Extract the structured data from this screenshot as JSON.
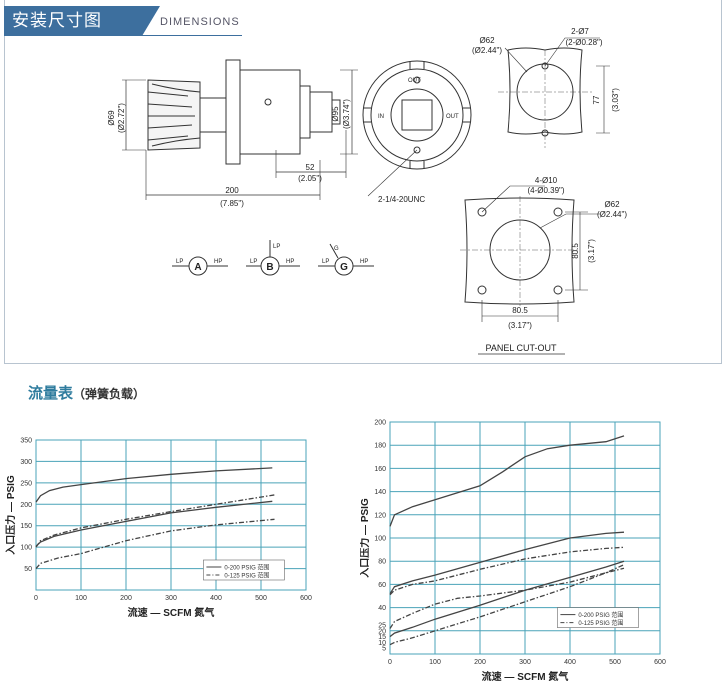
{
  "header": {
    "title": "安装尺寸图",
    "subtitle": "DIMENSIONS"
  },
  "drawing": {
    "side_view": {
      "dia_left_mm": "Ø69",
      "dia_left_in": "(Ø2.72\")",
      "dia_right_mm": "Ø95",
      "dia_right_in": "(Ø3.74\")",
      "len_short_mm": "52",
      "len_short_in": "(2.05\")",
      "len_total_mm": "200",
      "len_total_in": "(7.85\")"
    },
    "front_view": {
      "out_top": "OUT",
      "in_left": "IN",
      "out_right": "OUT",
      "thread": "2-1/4-20UNC"
    },
    "panel_top": {
      "hole_dia_mm": "Ø62",
      "hole_dia_in": "(Ø2.44\")",
      "screw_mm": "2-Ø7",
      "screw_in": "(2-Ø0.28\")",
      "height_mm": "77",
      "height_in": "(3.03\")"
    },
    "panel_bottom": {
      "screw_mm": "4-Ø10",
      "screw_in": "(4-Ø0.39\")",
      "hole_dia_mm": "Ø62",
      "hole_dia_in": "(Ø2.44\")",
      "height_mm": "80.5",
      "height_in": "(3.17\")",
      "width_mm": "80.5",
      "width_in": "(3.17\")",
      "caption": "PANEL CUT-OUT"
    },
    "port_symbols": [
      {
        "letter": "A",
        "left": "LP",
        "right": "HP"
      },
      {
        "letter": "B",
        "left": "LP",
        "right": "HP",
        "top": "LP"
      },
      {
        "letter": "G",
        "left": "LP",
        "right": "HP",
        "top": "G"
      }
    ]
  },
  "flow": {
    "title": "流量表",
    "subtitle": "（弹簧负载）"
  },
  "chart_data": [
    {
      "type": "line",
      "xlabel": "流速 — SCFM 氮气",
      "ylabel": "入口压力 — PSIG",
      "xlim": [
        0,
        600
      ],
      "ylim": [
        0,
        350
      ],
      "xticks": [
        0,
        100,
        200,
        300,
        400,
        500,
        600
      ],
      "yticks": [
        50,
        100,
        150,
        200,
        250,
        300,
        350
      ],
      "grid": true,
      "legend_position": "bottom-right",
      "legend": [
        "0-200 PSIG 范围",
        "0-125 PSIG 范围"
      ],
      "series": [
        {
          "name": "0-200 PSIG 范围",
          "style": "solid",
          "x": [
            0,
            10,
            30,
            60,
            100,
            200,
            300,
            400,
            525
          ],
          "y": [
            205,
            220,
            232,
            240,
            246,
            260,
            270,
            278,
            285
          ]
        },
        {
          "name": "0-200 PSIG 范围",
          "style": "solid",
          "x": [
            0,
            10,
            40,
            100,
            200,
            300,
            400,
            525
          ],
          "y": [
            102,
            112,
            125,
            140,
            160,
            180,
            193,
            207
          ]
        },
        {
          "name": "0-125 PSIG 范围",
          "style": "dashdot",
          "x": [
            0,
            10,
            40,
            100,
            200,
            300,
            400,
            530
          ],
          "y": [
            100,
            115,
            128,
            145,
            165,
            183,
            200,
            222
          ]
        },
        {
          "name": "0-125 PSIG 范围",
          "style": "dashdot",
          "x": [
            0,
            10,
            50,
            100,
            200,
            300,
            400,
            530
          ],
          "y": [
            50,
            62,
            75,
            85,
            115,
            138,
            152,
            165
          ]
        }
      ]
    },
    {
      "type": "line",
      "xlabel": "流速 — SCFM 氮气",
      "ylabel": "入口压力 — PSIG",
      "xlim": [
        0,
        600
      ],
      "ylim": [
        0,
        200
      ],
      "xticks": [
        0,
        100,
        200,
        300,
        400,
        500,
        600
      ],
      "yticks": [
        5,
        10,
        15,
        20,
        25,
        40,
        60,
        80,
        100,
        120,
        140,
        160,
        180,
        200
      ],
      "grid": true,
      "legend_position": "bottom-right",
      "legend": [
        "0-200 PSIG 范围",
        "0-125 PSIG 范围"
      ],
      "series": [
        {
          "name": "0-200 PSIG 范围",
          "style": "solid",
          "x": [
            0,
            10,
            50,
            100,
            200,
            250,
            300,
            350,
            400,
            480,
            520
          ],
          "y": [
            110,
            120,
            127,
            133,
            145,
            157,
            170,
            177,
            180,
            183,
            188
          ]
        },
        {
          "name": "0-200 PSIG 范围",
          "style": "solid",
          "x": [
            0,
            10,
            50,
            100,
            200,
            300,
            400,
            480,
            520
          ],
          "y": [
            52,
            58,
            63,
            68,
            79,
            90,
            100,
            104,
            105
          ]
        },
        {
          "name": "0-125 PSIG 范围",
          "style": "dashdot",
          "x": [
            0,
            10,
            50,
            100,
            200,
            300,
            400,
            480,
            520
          ],
          "y": [
            51,
            55,
            60,
            63,
            73,
            82,
            88,
            91,
            92
          ]
        },
        {
          "name": "0-200 PSIG 范围",
          "style": "solid",
          "x": [
            0,
            10,
            50,
            100,
            200,
            300,
            400,
            480,
            520
          ],
          "y": [
            15,
            18,
            23,
            30,
            42,
            55,
            66,
            75,
            80
          ]
        },
        {
          "name": "0-125 PSIG 范围",
          "style": "dashdot",
          "x": [
            0,
            10,
            50,
            100,
            200,
            300,
            400,
            480,
            520
          ],
          "y": [
            8,
            10,
            14,
            20,
            32,
            45,
            58,
            70,
            77
          ]
        },
        {
          "name": "0-125 PSIG 范围",
          "style": "dashdot",
          "x": [
            0,
            10,
            50,
            100,
            150,
            200,
            300,
            400,
            480,
            520
          ],
          "y": [
            22,
            28,
            35,
            43,
            48,
            50,
            55,
            62,
            70,
            74
          ]
        }
      ]
    }
  ]
}
